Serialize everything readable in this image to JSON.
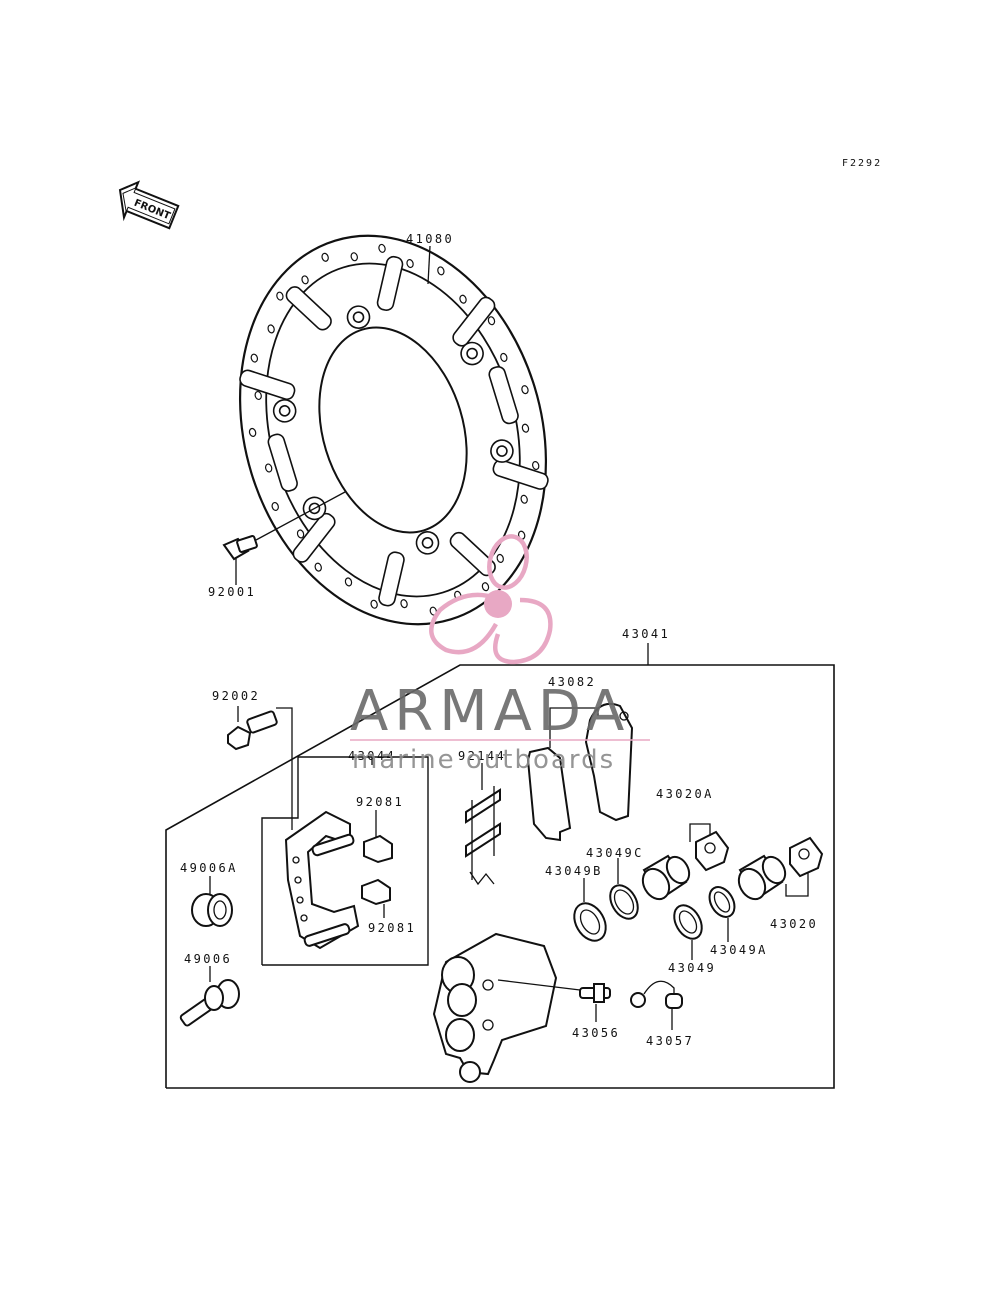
{
  "diagram_code": "F2292",
  "front_label": "FRONT",
  "labels": {
    "disc": "41080",
    "disc_bolt": "92001",
    "caliper_assy": "43041",
    "bleed_bolt": "92002",
    "pad_set": "43082",
    "bracket": "43044",
    "pad_spring": "92144",
    "clip_upper": "92081",
    "clip_lower": "92081",
    "piston_a": "43020A",
    "seal_c": "43049C",
    "seal_b": "43049B",
    "boot_a": "49006A",
    "boot": "49006",
    "piston": "43020",
    "seal_a": "43049A",
    "seal": "43049",
    "bleeder": "43056",
    "cap": "43057"
  },
  "watermark": {
    "brand": "ARMADA",
    "tagline": "marine outboards",
    "logo_color": "#e8a8c4",
    "text_color": "#6a6a6a"
  }
}
